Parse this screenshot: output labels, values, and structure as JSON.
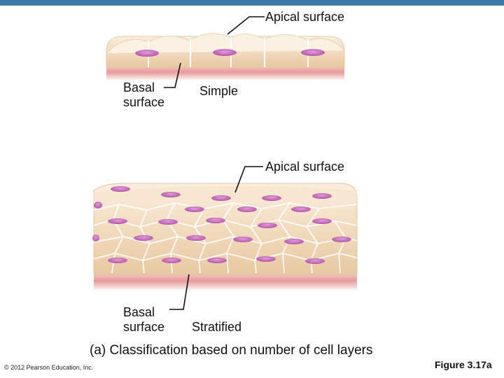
{
  "simple": {
    "apical_label": "Apical surface",
    "basal_label_line1": "Basal",
    "basal_label_line2": "surface",
    "type_label": "Simple"
  },
  "stratified": {
    "apical_label": "Apical surface",
    "basal_label_line1": "Basal",
    "basal_label_line2": "surface",
    "type_label": "Stratified"
  },
  "caption": "(a) Classification based on number of cell layers",
  "copyright": "© 2012 Pearson Education, Inc.",
  "figure_number": "Figure 3.17a",
  "colors": {
    "header_bar": "#3d7aa8",
    "cell_fill": "#f3dcbc",
    "cell_edge": "#ffffff",
    "nucleus": "#c96cc0",
    "basement": "#e9b0b0"
  }
}
